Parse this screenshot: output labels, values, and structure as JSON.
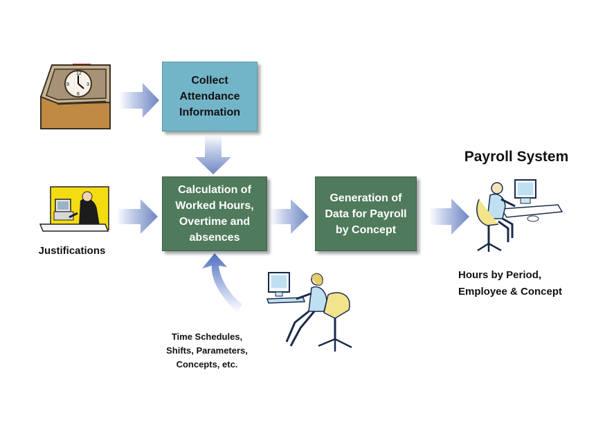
{
  "boxes": {
    "collect": "Collect\nAttendance\nInformation",
    "calculation": "Calculation of\nWorked Hours,\nOvertime and\nabsences",
    "generation": "Generation of\nData for Payroll\nby Concept"
  },
  "labels": {
    "justifications": "Justifications",
    "time_schedules": "Time Schedules,\nShifts, Parameters,\nConcepts, etc.",
    "payroll_system": "Payroll System",
    "hours_by": "Hours by  Period,\nEmployee & Concept"
  },
  "colors": {
    "collect_box": "#73b5c8",
    "process_box": "#4f7a5b",
    "arrow": "#8aa2d4"
  },
  "icons": [
    "time-clock-icon",
    "worker-at-computer-icon",
    "woman-at-computer-icon",
    "payroll-operator-icon"
  ]
}
